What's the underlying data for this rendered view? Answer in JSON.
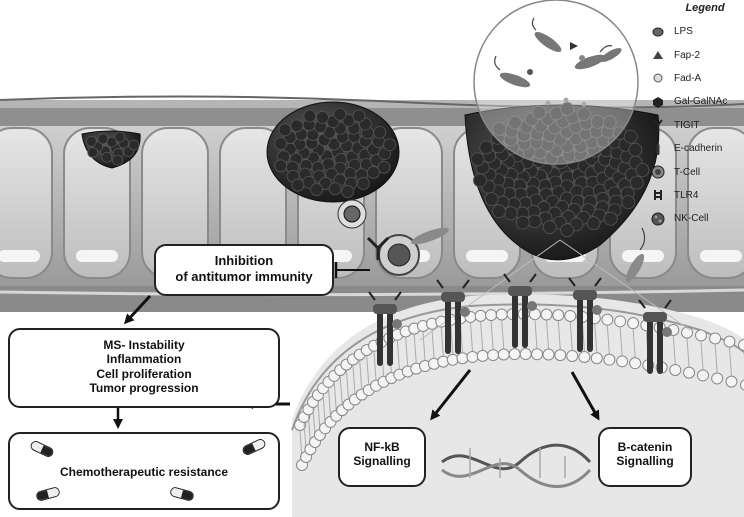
{
  "legend": {
    "title": "Legend",
    "items": [
      {
        "label": "LPS",
        "icon": "lps-icon"
      },
      {
        "label": "Fap-2",
        "icon": "fap2-icon"
      },
      {
        "label": "Fad-A",
        "icon": "fada-icon"
      },
      {
        "label": "Gal-GalNAc",
        "icon": "gal-galnac-icon"
      },
      {
        "label": "TIGIT",
        "icon": "tigit-icon"
      },
      {
        "label": "E-cadherin",
        "icon": "e-cadherin-icon"
      },
      {
        "label": "T-Cell",
        "icon": "t-cell-icon"
      },
      {
        "label": "TLR4",
        "icon": "tlr4-icon"
      },
      {
        "label": "NK-Cell",
        "icon": "nk-cell-icon"
      }
    ]
  },
  "boxes": {
    "inhibition": {
      "line1": "Inhibition",
      "line2": "of antitumor immunity"
    },
    "outcomes": {
      "line1": "MS- Instability",
      "line2": "Inflammation",
      "line3": "Cell proliferation",
      "line4": "Tumor progression"
    },
    "chemo": {
      "label": "Chemotherapeutic resistance"
    },
    "nfkb": {
      "line1": "NF-kB",
      "line2": "Signalling"
    },
    "bcatenin": {
      "line1": "B-catenin",
      "line2": "Signalling"
    }
  }
}
